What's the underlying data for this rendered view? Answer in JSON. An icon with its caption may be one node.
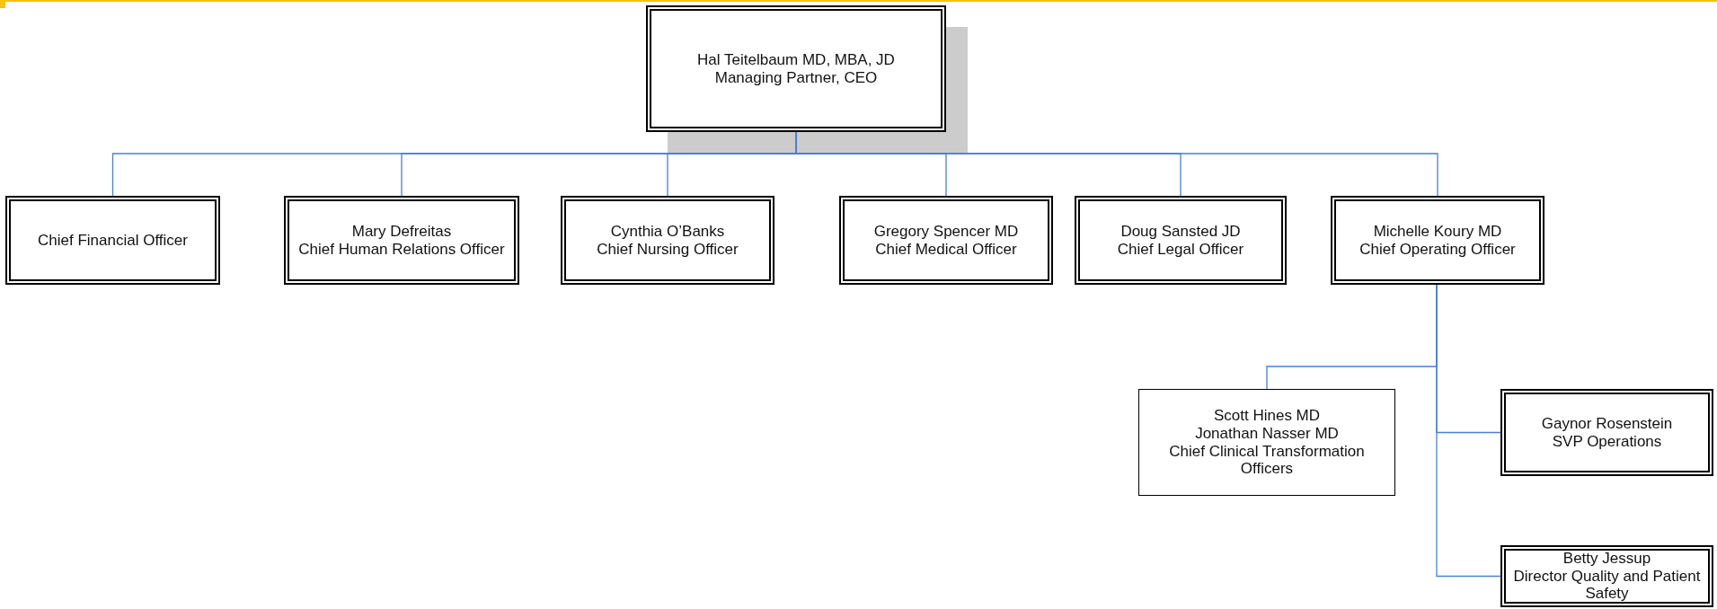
{
  "diagram": {
    "nodes": [
      {
        "text": [
          "Hal Teitelbaum MD, MBA, JD",
          "Managing Partner, CEO"
        ]
      },
      {
        "text": [
          "Chief Financial Officer"
        ]
      },
      {
        "text": [
          "Mary Defreitas",
          "Chief Human Relations Officer"
        ]
      },
      {
        "text": [
          "Cynthia O’Banks",
          "Chief Nursing Officer"
        ]
      },
      {
        "text": [
          "Gregory Spencer MD",
          "Chief Medical Officer"
        ]
      },
      {
        "text": [
          "Doug Sansted JD",
          "Chief Legal Officer"
        ]
      },
      {
        "text": [
          "Michelle Koury MD",
          "Chief Operating Officer"
        ]
      },
      {
        "text": [
          "Scott Hines MD",
          "Jonathan Nasser MD",
          "Chief Clinical Transformation Officers"
        ]
      },
      {
        "text": [
          "Gaynor Rosenstein",
          "SVP Operations"
        ]
      },
      {
        "text": [
          "Betty Jessup",
          "Director Quality and Patient Safety"
        ]
      }
    ],
    "edges": [
      {
        "from": 0,
        "to": 1,
        "arrow": "none"
      },
      {
        "from": 0,
        "to": 2,
        "arrow": "none"
      },
      {
        "from": 0,
        "to": 3,
        "arrow": "none"
      },
      {
        "from": 0,
        "to": 4,
        "arrow": "none"
      },
      {
        "from": 0,
        "to": 5,
        "arrow": "none"
      },
      {
        "from": 0,
        "to": 6,
        "arrow": "none"
      },
      {
        "from": 6,
        "to": 7,
        "arrow": "none"
      },
      {
        "from": 6,
        "to": 8,
        "arrow": "none"
      },
      {
        "from": 6,
        "to": 9,
        "arrow": "none"
      }
    ]
  }
}
